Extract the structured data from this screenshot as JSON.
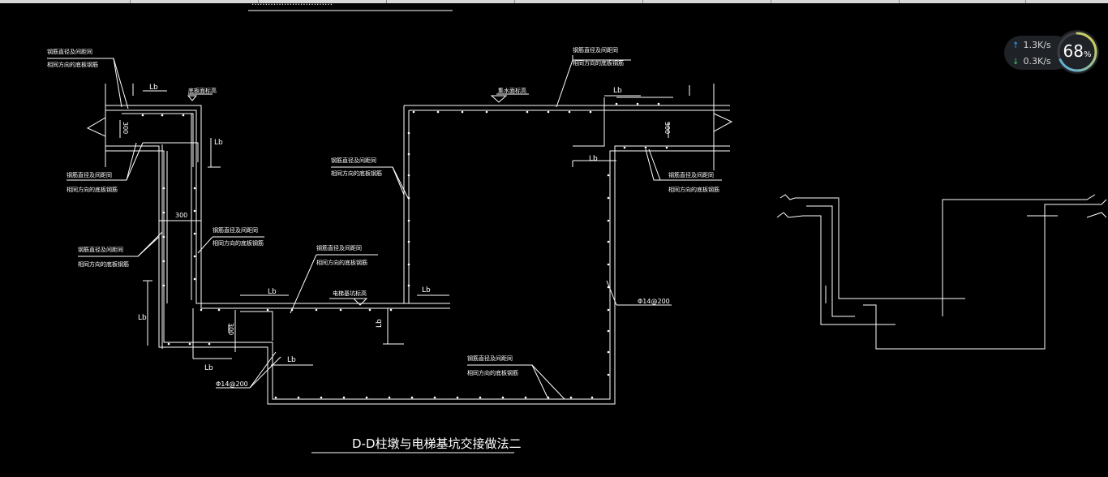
{
  "caption": {
    "title": "D-D柱墩与电梯基坑交接做法二",
    "top_title": "…………………………"
  },
  "labels": {
    "lb": "Lb",
    "dim_300": "300",
    "rebar_spacing": "Φ14@200",
    "rebar_note_a": "钢筋直径及间距同",
    "rebar_note_b": "相同方向的底板钢筋",
    "elev_1": "底板面标高",
    "elev_2": "集水面标高",
    "elev_3": "电梯基坑标高"
  },
  "network": {
    "upload": "1.3K/s",
    "download": "0.3K/s",
    "percent": "68",
    "percent_unit": "%",
    "gauge_fraction": 0.68,
    "up_color": "#35a6ff",
    "down_color": "#3ccb62",
    "ring_color_start": "#4fa9e8",
    "ring_color_end": "#e0d24a"
  },
  "colors": {
    "background": "#000000",
    "lines": "#ffffff"
  }
}
